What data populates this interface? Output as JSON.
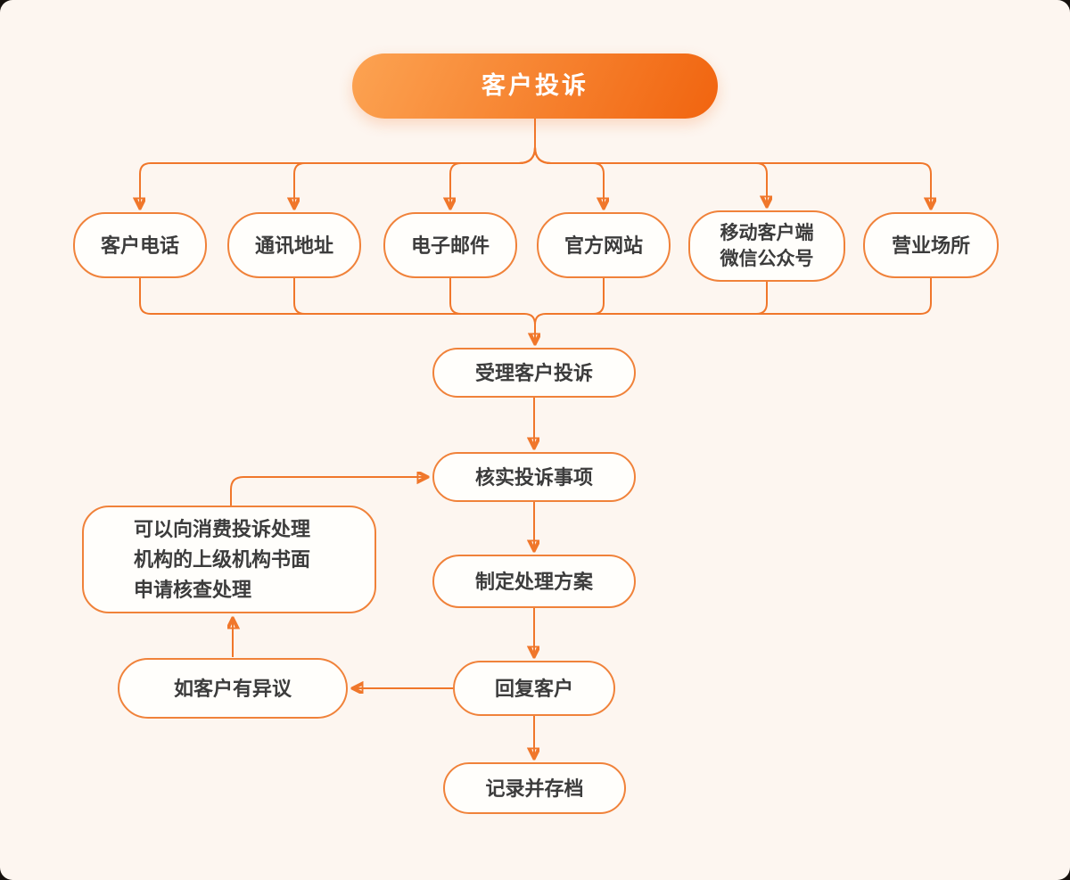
{
  "colors": {
    "background": "#FDF6F0",
    "node_border": "#F0823A",
    "node_fill": "#FFFEFB",
    "connector": "#F0772B",
    "arrowhead": "#F2691A",
    "text": "#3C3C3C",
    "title_text": "#FFFFFF",
    "pill_gradient_start": "#FCA352",
    "pill_gradient_end": "#F1640F"
  },
  "diagram": {
    "title": "客户投诉",
    "channels": [
      {
        "label": "客户电话"
      },
      {
        "label": "通讯地址"
      },
      {
        "label": "电子邮件"
      },
      {
        "label": "官方网站"
      },
      {
        "label": "移动客户端\n微信公众号"
      },
      {
        "label": "营业场所"
      }
    ],
    "steps": [
      {
        "label": "受理客户投诉"
      },
      {
        "label": "核实投诉事项"
      },
      {
        "label": "制定处理方案"
      },
      {
        "label": "回复客户"
      },
      {
        "label": "记录并存档"
      }
    ],
    "objection": {
      "label": "如客户有异议"
    },
    "escalation": {
      "label": "可以向消费投诉处理\n机构的上级机构书面\n申请核查处理"
    }
  }
}
